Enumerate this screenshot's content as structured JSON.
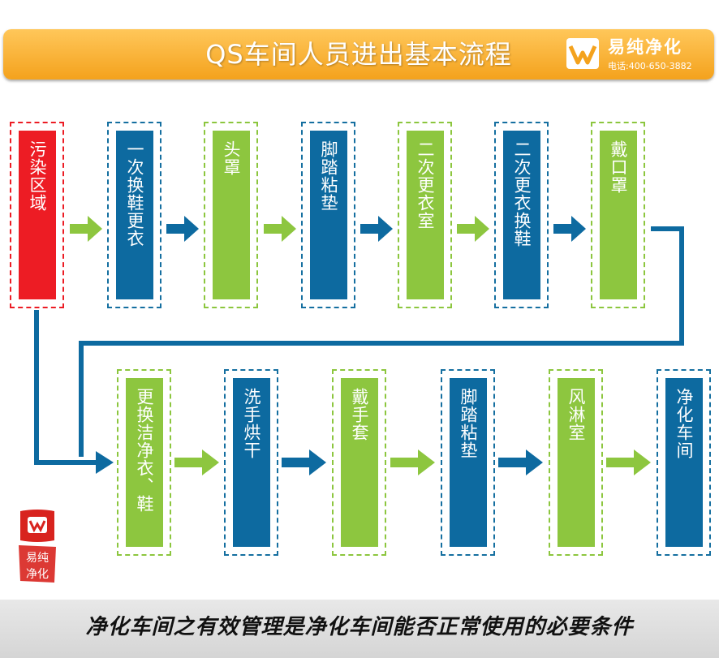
{
  "header": {
    "title": "QS车间人员进出基本流程",
    "brand_name": "易纯净化",
    "brand_phone": "电话:400-650-3882"
  },
  "row1": [
    {
      "label": "污染区域",
      "color": "red"
    },
    {
      "label": "一次换鞋更衣",
      "color": "blue"
    },
    {
      "label": "头罩",
      "color": "green"
    },
    {
      "label": "脚踏粘垫",
      "color": "blue"
    },
    {
      "label": "二次更衣室",
      "color": "green"
    },
    {
      "label": "二次更衣换鞋",
      "color": "blue"
    },
    {
      "label": "戴口罩",
      "color": "green"
    }
  ],
  "row2": [
    {
      "label": "更换洁净衣、鞋",
      "color": "green"
    },
    {
      "label": "洗手烘干",
      "color": "blue"
    },
    {
      "label": "戴手套",
      "color": "green"
    },
    {
      "label": "脚踏粘垫",
      "color": "blue"
    },
    {
      "label": "风淋室",
      "color": "green"
    },
    {
      "label": "净化车间",
      "color": "blue"
    }
  ],
  "seal": {
    "text": "易纯净化"
  },
  "footer": {
    "text": "净化车间之有效管理是净化车间能否正常使用的必要条件"
  },
  "colors": {
    "red": "#ed1c24",
    "blue": "#0d6aa0",
    "green": "#8dc63f",
    "banner": "#f4a21d"
  }
}
